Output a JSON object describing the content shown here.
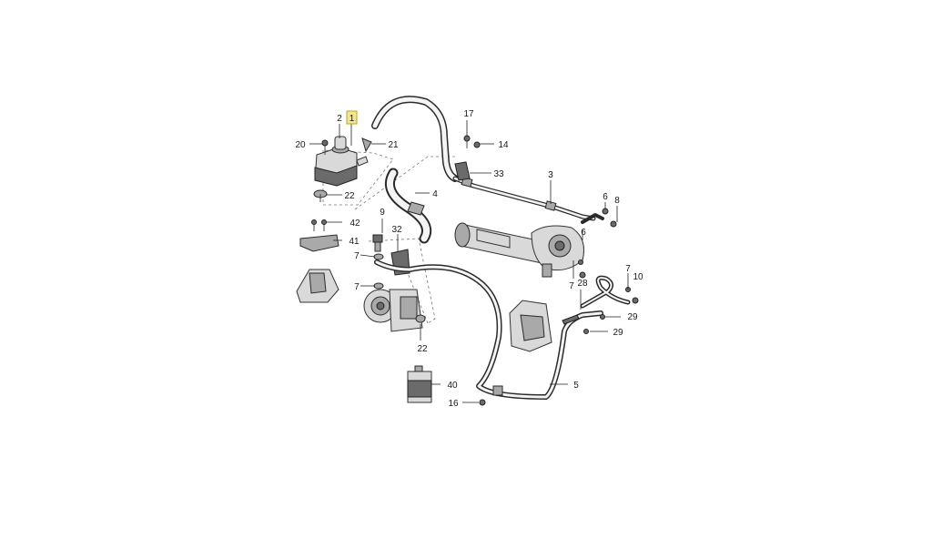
{
  "callouts": [
    {
      "id": "c1",
      "label": "1",
      "highlighted": true
    },
    {
      "id": "c2",
      "label": "2"
    },
    {
      "id": "c20",
      "label": "20"
    },
    {
      "id": "c21",
      "label": "21"
    },
    {
      "id": "c22a",
      "label": "22"
    },
    {
      "id": "c17",
      "label": "17"
    },
    {
      "id": "c14",
      "label": "14"
    },
    {
      "id": "c33",
      "label": "33"
    },
    {
      "id": "c3",
      "label": "3"
    },
    {
      "id": "c4",
      "label": "4"
    },
    {
      "id": "c6a",
      "label": "6"
    },
    {
      "id": "c8",
      "label": "8"
    },
    {
      "id": "c6b",
      "label": "6"
    },
    {
      "id": "c42",
      "label": "42"
    },
    {
      "id": "c41",
      "label": "41"
    },
    {
      "id": "c9",
      "label": "9"
    },
    {
      "id": "c32",
      "label": "32"
    },
    {
      "id": "c7a",
      "label": "7"
    },
    {
      "id": "c7b",
      "label": "7"
    },
    {
      "id": "c22b",
      "label": "22"
    },
    {
      "id": "c7c",
      "label": "7"
    },
    {
      "id": "c28",
      "label": "28"
    },
    {
      "id": "c7d",
      "label": "7"
    },
    {
      "id": "c10",
      "label": "10"
    },
    {
      "id": "c29a",
      "label": "29"
    },
    {
      "id": "c29b",
      "label": "29"
    },
    {
      "id": "c40",
      "label": "40"
    },
    {
      "id": "c5",
      "label": "5"
    },
    {
      "id": "c16",
      "label": "16"
    }
  ],
  "colors": {
    "highlight": "#f6e58d",
    "line": "#222222",
    "part": "#d9d9d9"
  }
}
